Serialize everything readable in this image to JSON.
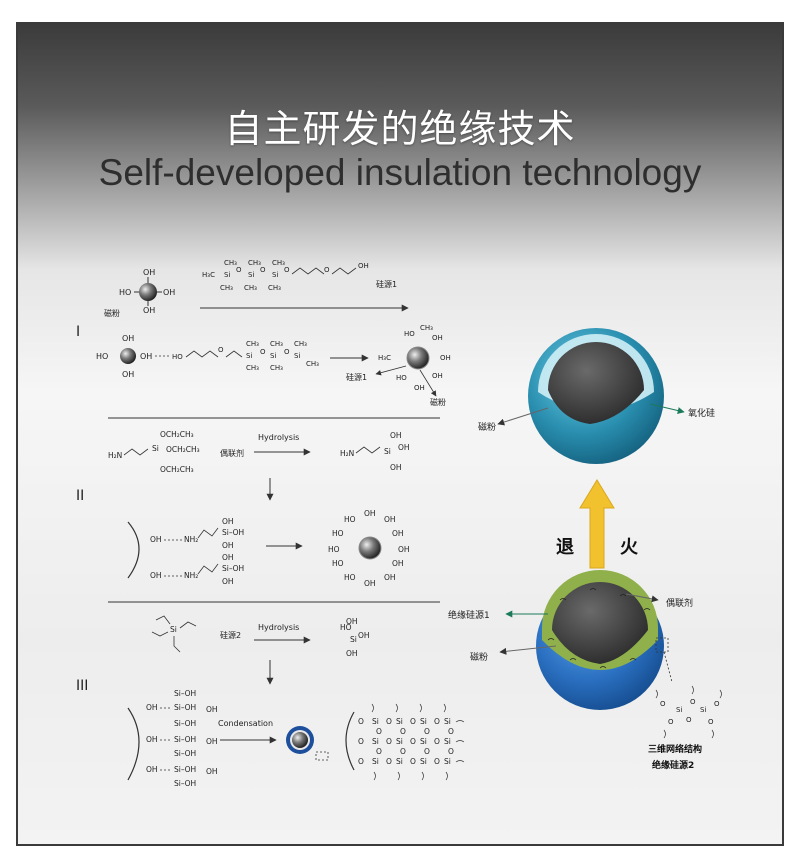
{
  "title_cn": "自主研发的绝缘技术",
  "title_en": "Self-developed insulation technology",
  "sections": {
    "s1": "I",
    "s2": "II",
    "s3": "III"
  },
  "labels": {
    "magnetic_powder": "磁粉",
    "silicon_source_1": "硅源1",
    "coupling_agent": "偶联剂",
    "silicon_source_2": "硅源2",
    "hydrolysis": "Hydrolysis",
    "condensation": "Condensation",
    "silicon_oxide": "氧化硅",
    "annealing_1": "退",
    "annealing_2": "火",
    "insulating_silicon_source_1": "绝缘硅源1",
    "network_structure": "三维网络结构",
    "insulating_silicon_source_2": "绝缘硅源2"
  },
  "chem": {
    "oh": "OH",
    "ho": "HO",
    "si": "Si",
    "o": "O",
    "h3c": "H₃C",
    "ch3": "CH₃",
    "h2n": "H₂N",
    "nh2": "NH₂",
    "si_oh": "Si–OH",
    "oc2h5": "OCH₂CH₃"
  },
  "colors": {
    "arrow_yellow": "#f2c12e",
    "shell_teal": "#2a8fb0",
    "shell_blue": "#2a6fc0",
    "coupling_green": "#8fb04a",
    "core": "#3a3a3a"
  }
}
